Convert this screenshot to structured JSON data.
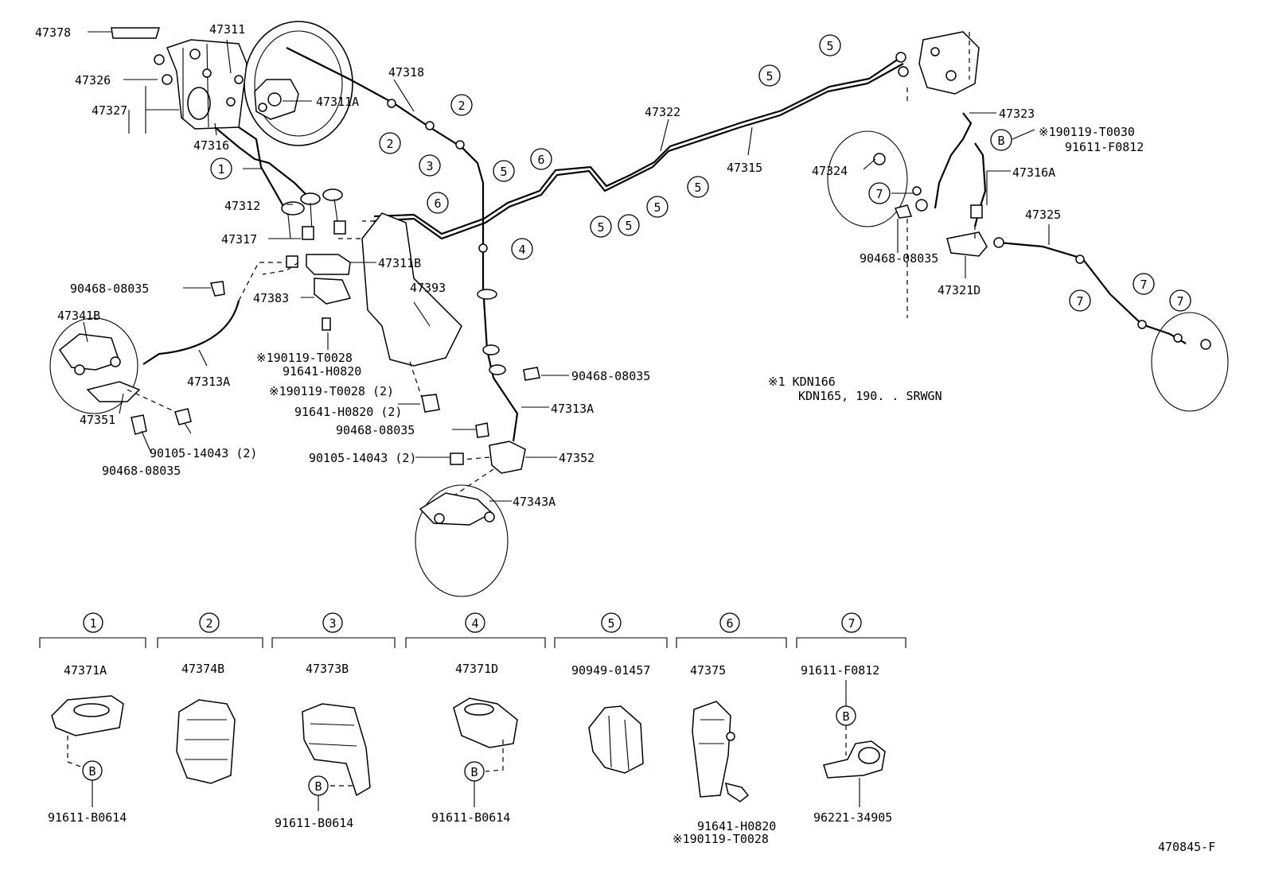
{
  "callouts": {
    "p47378": "47378",
    "p47311": "47311",
    "p47326": "47326",
    "p47327": "47327",
    "p47316": "47316",
    "p47311A": "47311A",
    "p47318": "47318",
    "p47312": "47312",
    "p47317": "47317",
    "p47311B": "47311B",
    "p47383": "47383",
    "p47393": "47393",
    "p47341B": "47341B",
    "p47313A_left": "47313A",
    "p47351": "47351",
    "p90468_a": "90468-08035",
    "p90468_b": "90468-08035",
    "p90468_c": "90468-08035",
    "p90468_d": "90468-08035",
    "p90468_e": "90468-08035",
    "p90105_a": "90105-14043 (2)",
    "p90105_b": "90105-14043 (2)",
    "n90119_a": "※190119-T0028",
    "p91641_a": "91641-H0820",
    "n90119_b": "※190119-T0028 (2)",
    "p91641_b": "91641-H0820 (2)",
    "p47313A_mid": "47313A",
    "p47352": "47352",
    "p47343A": "47343A",
    "p47322": "47322",
    "p47315": "47315",
    "p47323": "47323",
    "n90119_c": "※190119-T0030",
    "p91611_F0812_top": "91611-F0812",
    "p47324": "47324",
    "p47316A": "47316A",
    "p47325": "47325",
    "p47321D": "47321D"
  },
  "markers": {
    "m1": "1",
    "m2a": "2",
    "m2b": "2",
    "m3": "3",
    "m4": "4",
    "m5a": "5",
    "m5b": "5",
    "m5c": "5",
    "m5d": "5",
    "m5e": "5",
    "m5f": "5",
    "m5g": "5",
    "m6a": "6",
    "m6b": "6",
    "m7a": "7",
    "m7b": "7",
    "m7c": "7",
    "m7d": "7",
    "mB": "B"
  },
  "notes": {
    "note_line1": "※1 KDN166",
    "note_line2": "KDN165, 190. . SRWGN"
  },
  "legend": [
    {
      "num": "1",
      "part": "47371A",
      "b": "B",
      "sub": "91611-B0614"
    },
    {
      "num": "2",
      "part": "47374B"
    },
    {
      "num": "3",
      "part": "47373B",
      "b": "B",
      "sub": "91611-B0614"
    },
    {
      "num": "4",
      "part": "47371D",
      "b": "B",
      "sub": "91611-B0614"
    },
    {
      "num": "5",
      "part": "90949-01457"
    },
    {
      "num": "6",
      "part": "47375",
      "sub": "91641-H0820",
      "sub2": "※190119-T0028"
    },
    {
      "num": "7",
      "part": "91611-F0812",
      "b": "B",
      "sub": "96221-34905"
    }
  ],
  "figure_id": "470845-F"
}
